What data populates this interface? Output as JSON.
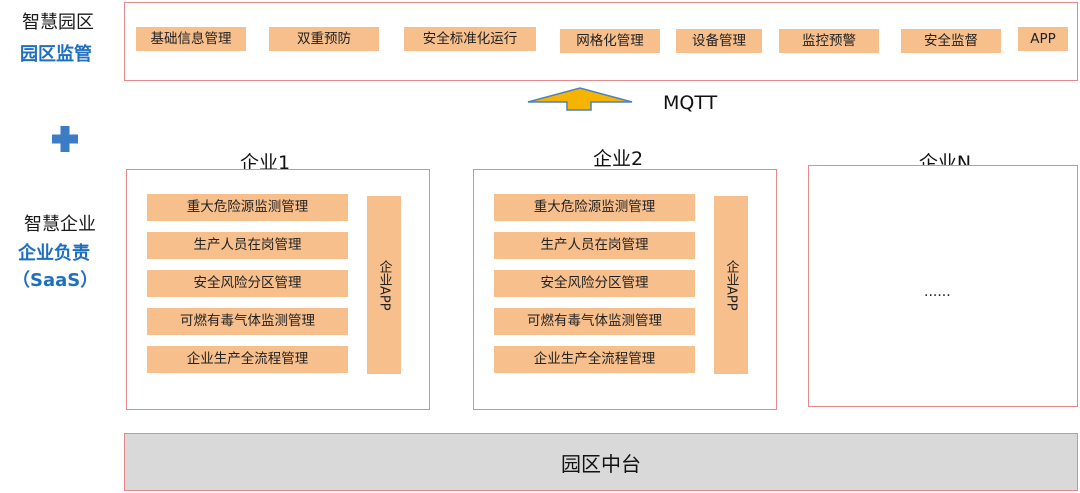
{
  "left_labels": {
    "park": {
      "line1": "智慧园区",
      "line2": "园区监管"
    },
    "enterprise": {
      "line1": "智慧企业",
      "line2": "企业负责",
      "line3": "（SaaS）"
    }
  },
  "top_modules": [
    "基础信息管理",
    "双重预防",
    "安全标准化运行",
    "网格化管理",
    "设备管理",
    "监控预警",
    "安全监督",
    "APP"
  ],
  "protocol_label": "MQTT",
  "enterprises": [
    {
      "title": "企业1",
      "modules": [
        "重大危险源监测管理",
        "生产人员在岗管理",
        "安全风险分区管理",
        "可燃有毒气体监测管理",
        "企业生产全流程管理"
      ],
      "app_label": "企业APP"
    },
    {
      "title": "企业2",
      "modules": [
        "重大危险源监测管理",
        "生产人员在岗管理",
        "安全风险分区管理",
        "可燃有毒气体监测管理",
        "企业生产全流程管理"
      ],
      "app_label": "企业APP"
    },
    {
      "title": "企业N",
      "ellipsis": "......"
    }
  ],
  "bottom_platform": "园区中台",
  "colors": {
    "accent_blue": "#1f6fbf",
    "module_fill": "#f7bf8c",
    "panel_border": "#e58a8a",
    "platform_fill": "#d9d9d9",
    "plus_blue": "#3b7dc4",
    "arrow_fill": "#f5b400"
  },
  "icons": {
    "plus": "plus-icon",
    "arrow": "up-arrow-icon"
  }
}
